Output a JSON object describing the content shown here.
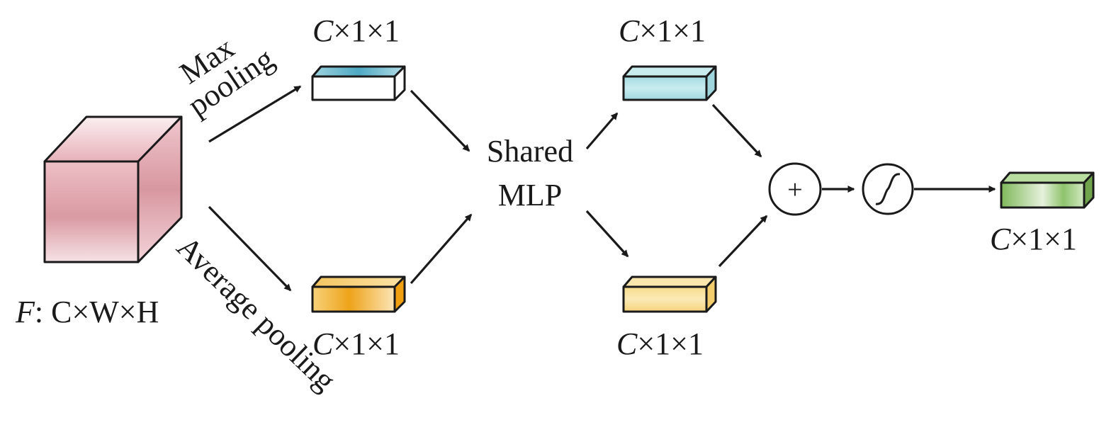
{
  "labels": {
    "input_f": "F",
    "input_dims": ": C×W×H",
    "max_pooling_line1": "Max",
    "max_pooling_line2": "pooling",
    "avg_pooling": "Average pooling",
    "shared_line1": "Shared",
    "shared_line2": "MLP",
    "max_pool_out": "C×1×1",
    "avg_pool_out": "C×1×1",
    "mlp_max_out": "C×1×1",
    "mlp_avg_out": "C×1×1",
    "final_out": "C×1×1",
    "sum_symbol": "+"
  },
  "colors": {
    "input_cube": "#d99aa3",
    "input_cube_light": "#f7e3e6",
    "max_pool_feature": "#63b6cc",
    "avg_pool_feature": "#efa718",
    "mlp_max_feature": "#a9dde3",
    "mlp_avg_feature": "#f4d27c",
    "output_feature": "#8dc06a",
    "outline": "#1a1a1a"
  },
  "icons": {
    "sum_node": "circle-plus-icon",
    "sigmoid_node": "sigmoid-icon"
  }
}
